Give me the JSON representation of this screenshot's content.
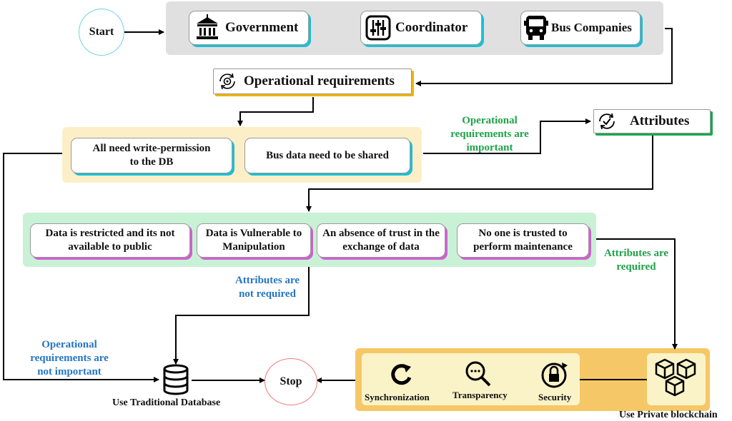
{
  "nodes": {
    "start": "Start",
    "stop": "Stop"
  },
  "actors": {
    "government": "Government",
    "coordinator": "Coordinator",
    "bus_companies": "Bus Companies"
  },
  "operational": {
    "title": "Operational requirements",
    "items": [
      "All need write-permission to the DB",
      "Bus data need to be shared"
    ]
  },
  "attributes": {
    "title": "Attributes",
    "items": [
      "Data is restricted and its not available to public",
      "Data is Vulnerable to Manipulation",
      "An absence of trust in the exchange of data",
      "No one is trusted to perform maintenance"
    ]
  },
  "edge_labels": {
    "op_important": "Operational requirements are important",
    "op_not_important": "Operational requirements are not important",
    "attr_required": "Attributes are required",
    "attr_not_required": "Attributes are not required"
  },
  "outcomes": {
    "traditional_db": "Use Traditional Database",
    "private_blockchain": "Use Private blockchain"
  },
  "blockchain_features": [
    "Synchronization",
    "Transparency",
    "Security"
  ],
  "icons": {
    "government": "government-building-icon",
    "coordinator": "sliders-icon",
    "bus": "bus-icon",
    "operational": "gear-cycle-icon",
    "attributes": "check-cycle-icon",
    "database": "database-icon",
    "sync": "refresh-icon",
    "transparency": "magnifier-icon",
    "security": "lock-icon",
    "blockchain": "cubes-icon"
  },
  "colors": {
    "gray_panel": "#e0e0e0",
    "beige_panel": "#fcefc8",
    "green_panel": "#c8f1d6",
    "orange_panel": "#f6c766",
    "yellow_inner": "#fbf3c8",
    "label_green": "#1ea348",
    "label_blue": "#2576c5"
  }
}
